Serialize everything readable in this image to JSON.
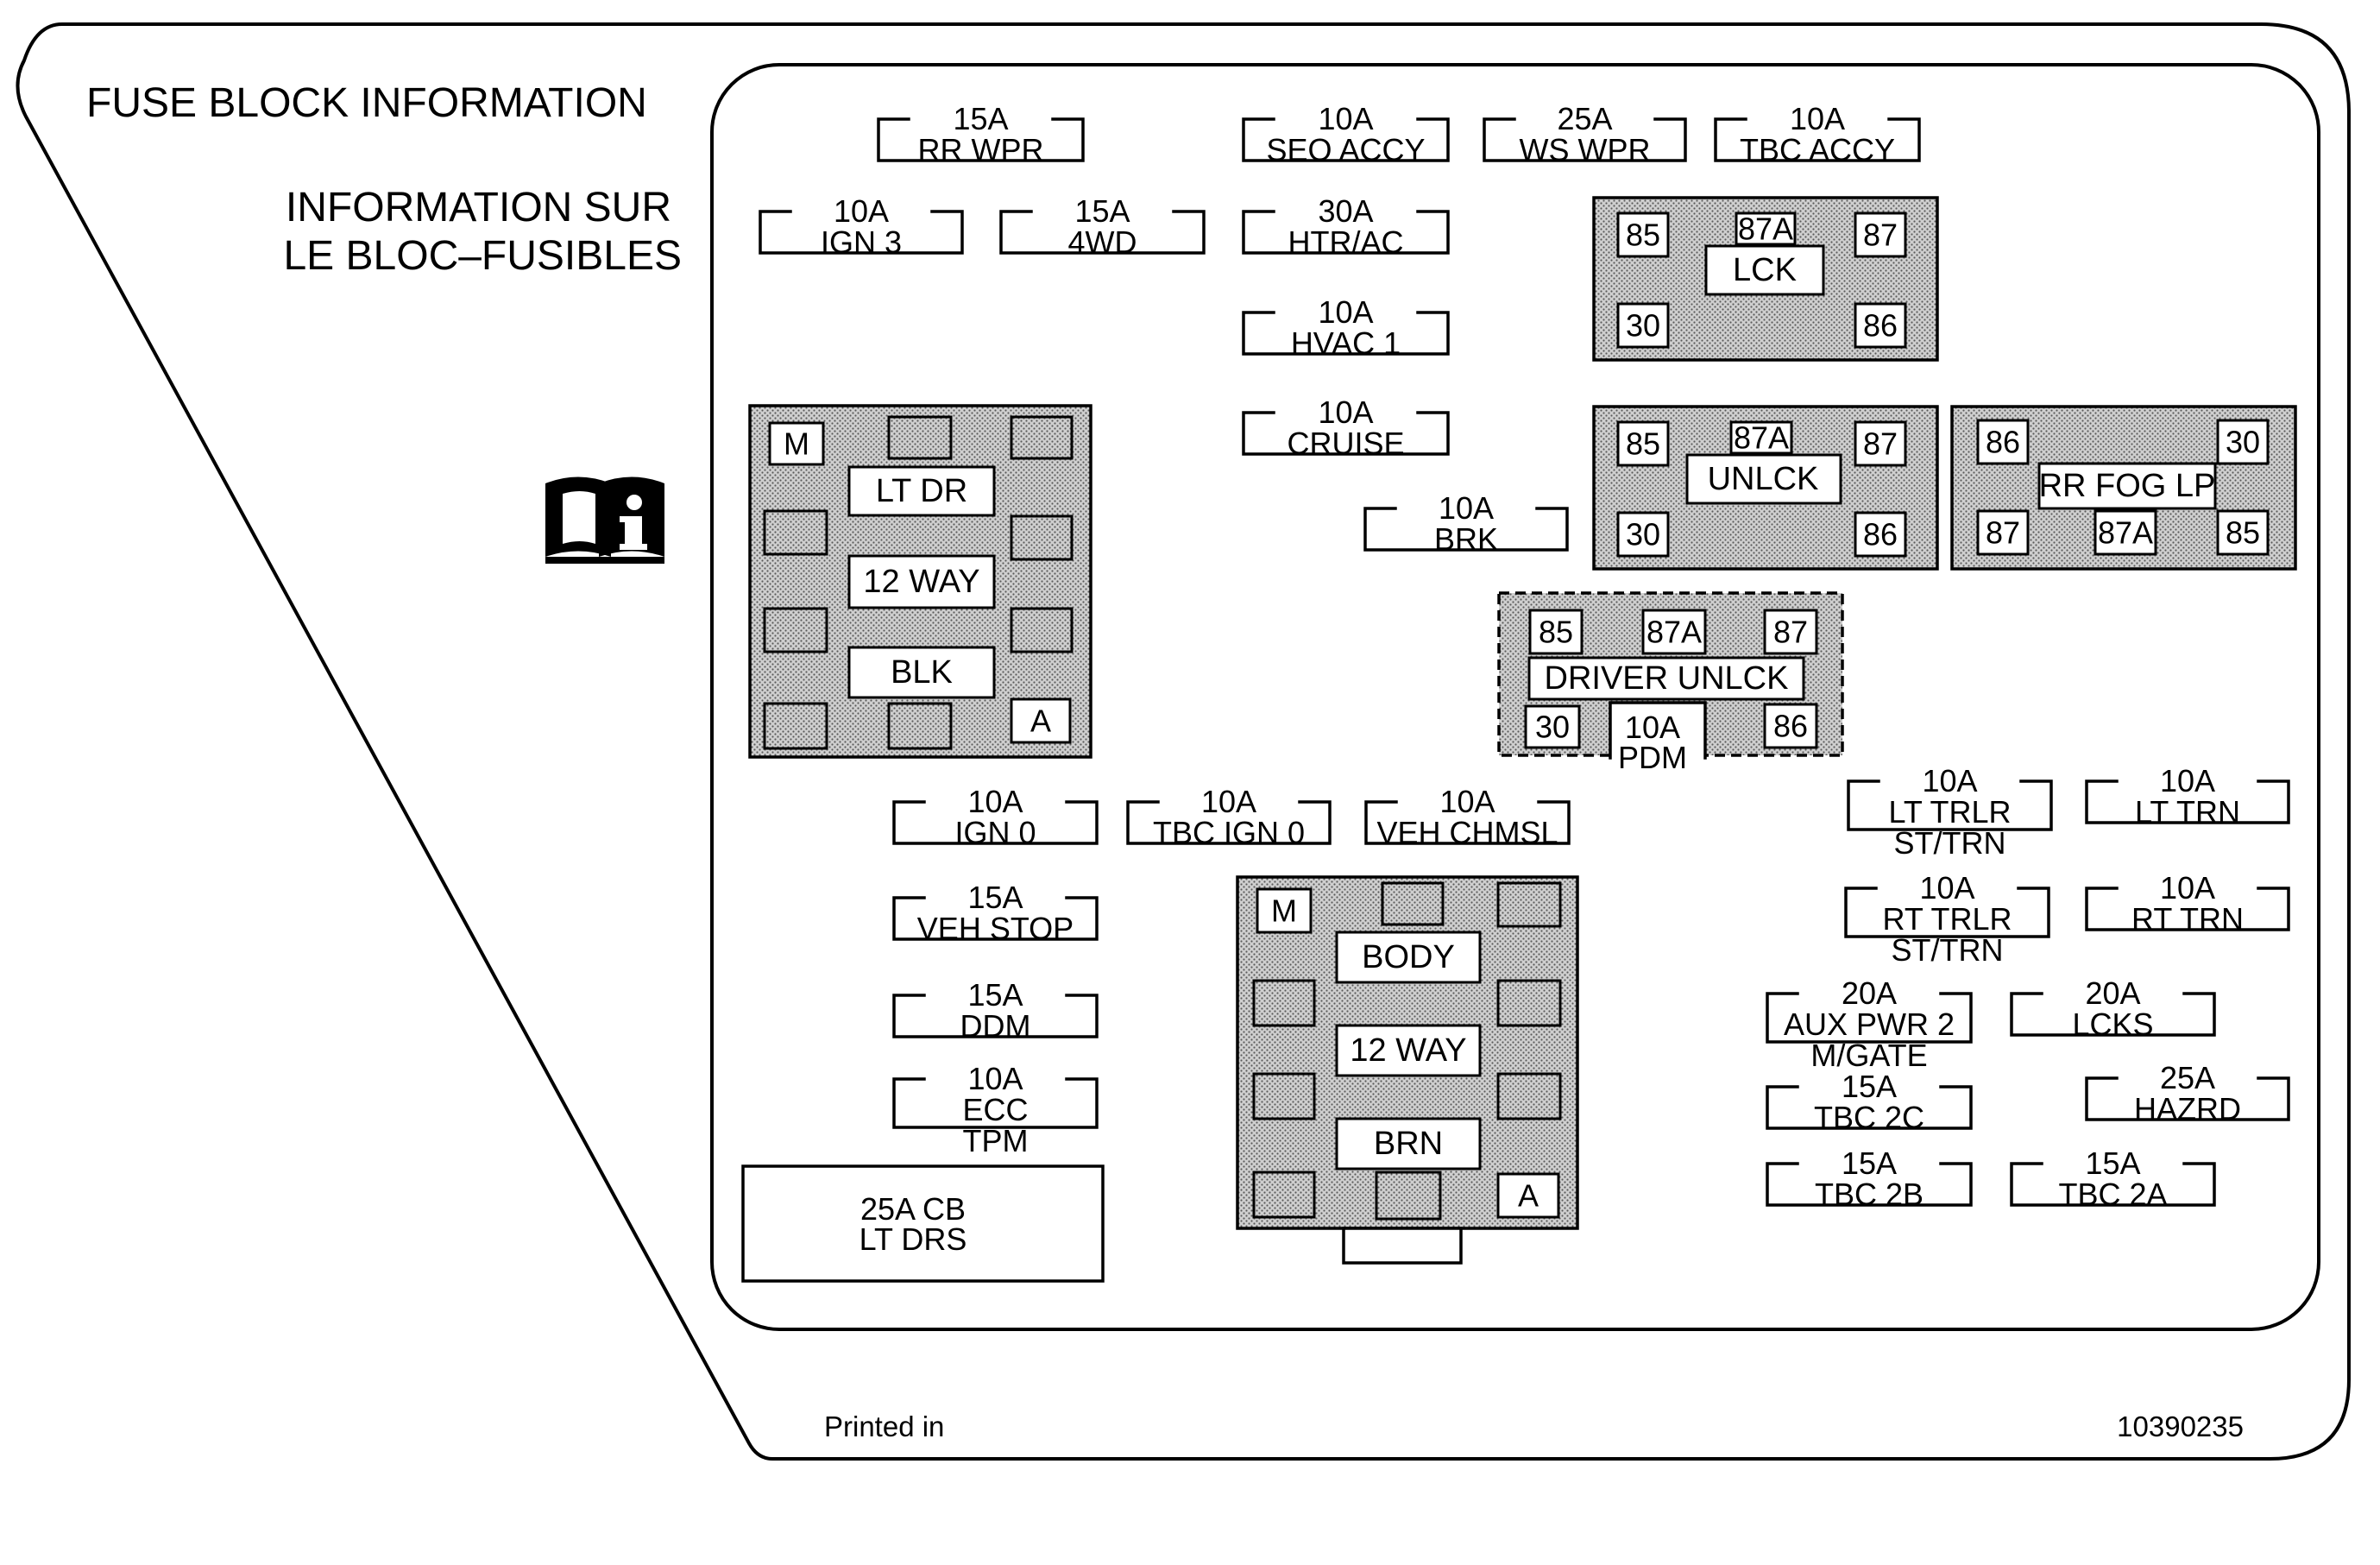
{
  "header": {
    "title": "FUSE BLOCK INFORMATION",
    "subtitle_line1": "INFORMATION SUR",
    "subtitle_line2": "LE BLOC–FUSIBLES"
  },
  "icons": {
    "manual": "info-manual-icon"
  },
  "footer": {
    "printed_in": "Printed in",
    "part_number": "10390235"
  },
  "fuses": [
    {
      "id": "rr-wpr",
      "lines": [
        "15A",
        "RR WPR"
      ]
    },
    {
      "id": "seo-accy",
      "lines": [
        "10A",
        "SEO ACCY"
      ]
    },
    {
      "id": "ws-wpr",
      "lines": [
        "25A",
        "WS WPR"
      ]
    },
    {
      "id": "tbc-accy",
      "lines": [
        "10A",
        "TBC ACCY"
      ]
    },
    {
      "id": "ign-3",
      "lines": [
        "10A",
        "IGN 3"
      ]
    },
    {
      "id": "4wd",
      "lines": [
        "15A",
        "4WD"
      ]
    },
    {
      "id": "htr-ac",
      "lines": [
        "30A",
        "HTR/AC"
      ]
    },
    {
      "id": "hvac-1",
      "lines": [
        "10A",
        "HVAC 1"
      ]
    },
    {
      "id": "cruise",
      "lines": [
        "10A",
        "CRUISE"
      ]
    },
    {
      "id": "brk",
      "lines": [
        "10A",
        "BRK"
      ]
    },
    {
      "id": "ign-0",
      "lines": [
        "10A",
        "IGN 0"
      ]
    },
    {
      "id": "tbc-ign-0",
      "lines": [
        "10A",
        "TBC IGN 0"
      ]
    },
    {
      "id": "veh-chmsl",
      "lines": [
        "10A",
        "VEH CHMSL"
      ]
    },
    {
      "id": "veh-stop",
      "lines": [
        "15A",
        "VEH STOP"
      ]
    },
    {
      "id": "ddm",
      "lines": [
        "15A",
        "DDM"
      ]
    },
    {
      "id": "ecc-tpm",
      "lines": [
        "10A",
        "ECC",
        "TPM"
      ]
    },
    {
      "id": "lt-trlr",
      "lines": [
        "10A",
        "LT TRLR",
        "ST/TRN"
      ]
    },
    {
      "id": "lt-trn",
      "lines": [
        "10A",
        "LT TRN"
      ]
    },
    {
      "id": "rt-trlr",
      "lines": [
        "10A",
        "RT TRLR",
        "ST/TRN"
      ]
    },
    {
      "id": "rt-trn",
      "lines": [
        "10A",
        "RT TRN"
      ]
    },
    {
      "id": "aux-pwr",
      "lines": [
        "20A",
        "AUX PWR 2",
        "M/GATE"
      ]
    },
    {
      "id": "lcks",
      "lines": [
        "20A",
        "LCKS"
      ]
    },
    {
      "id": "tbc-2c",
      "lines": [
        "15A",
        "TBC 2C"
      ]
    },
    {
      "id": "hazrd",
      "lines": [
        "25A",
        "HAZRD"
      ]
    },
    {
      "id": "tbc-2b",
      "lines": [
        "15A",
        "TBC 2B"
      ]
    },
    {
      "id": "tbc-2a",
      "lines": [
        "15A",
        "TBC 2A"
      ]
    }
  ],
  "relays": {
    "lck": {
      "label": "LCK",
      "pins": [
        "85",
        "87A",
        "87",
        "30",
        "86"
      ]
    },
    "unlck": {
      "label": "UNLCK",
      "pins": [
        "85",
        "87A",
        "87",
        "30",
        "86"
      ]
    },
    "rr_fog": {
      "label": "RR FOG LP",
      "pins": [
        "86",
        "30",
        "87",
        "87A",
        "85"
      ]
    },
    "driver_unlck": {
      "label": "DRIVER UNLCK",
      "pins": [
        "85",
        "87A",
        "87",
        "30",
        "86"
      ]
    },
    "pdm": {
      "lines": [
        "10A",
        "PDM"
      ]
    }
  },
  "connectors": {
    "left": {
      "top_pin": "M",
      "labels": [
        "LT DR",
        "12 WAY",
        "BLK"
      ],
      "corner_pin": "A"
    },
    "center": {
      "top_pin": "M",
      "labels": [
        "BODY",
        "12 WAY",
        "BRN"
      ],
      "corner_pin": "A"
    }
  },
  "circuit_breaker": {
    "lines": [
      "25A CB",
      "LT DRS"
    ]
  }
}
